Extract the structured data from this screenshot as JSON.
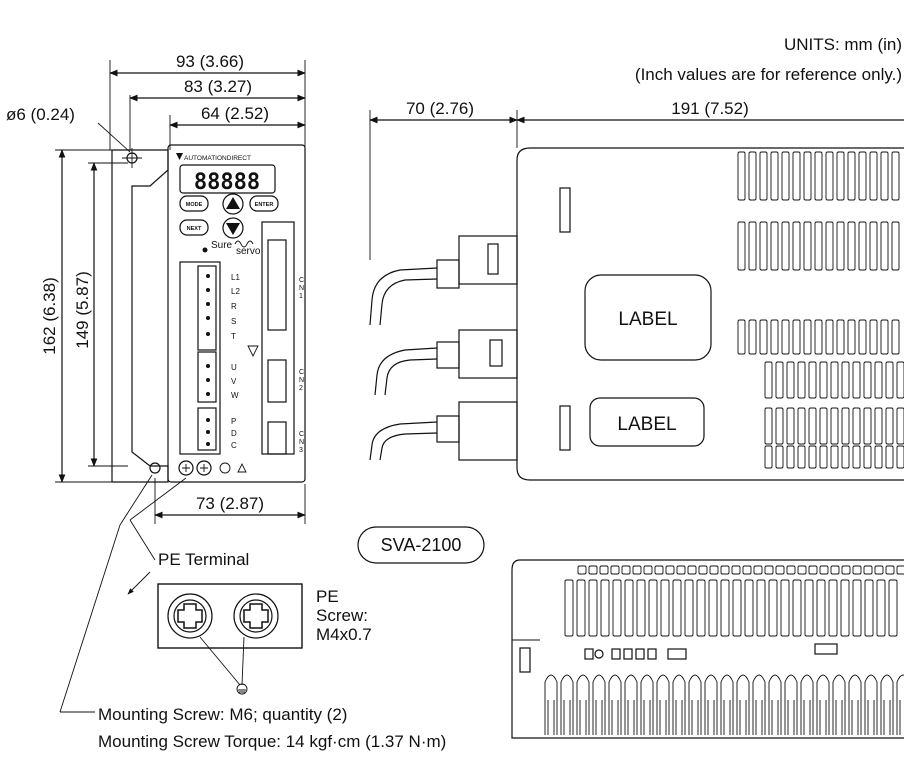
{
  "units": {
    "line1": "UNITS: mm (in)",
    "line2": "(Inch values are for reference only.)"
  },
  "front_view": {
    "dim_width_93": "93 (3.66)",
    "dim_width_83": "83 (3.27)",
    "dim_width_64": "64 (2.52)",
    "dim_hole": "ø6 (0.24)",
    "dim_height_162": "162 (6.38)",
    "dim_height_149": "149 (5.87)",
    "dim_bottom_73": "73 (2.87)",
    "brand_line1": "AUTOMATIONDIRECT",
    "display_digits": "88888",
    "btn_mode": "MODE",
    "btn_enter": "ENTER",
    "btn_next": "NEXT",
    "logo_word1": "Sure",
    "logo_word2": "servo",
    "terminals_top": [
      "L1",
      "L2",
      "R",
      "S",
      "T"
    ],
    "terminals_mid": [
      "U",
      "V",
      "W"
    ],
    "terminals_bot": [
      "P",
      "D",
      "C"
    ],
    "cn1": [
      "C",
      "N",
      "1"
    ],
    "cn2": [
      "C",
      "N",
      "2"
    ],
    "cn3": [
      "C",
      "N",
      "3"
    ]
  },
  "side_view": {
    "dim_70": "70 (2.76)",
    "dim_191": "191 (7.52)",
    "label_top": "LABEL",
    "label_bottom": "LABEL"
  },
  "model": "SVA-2100",
  "pe_detail": {
    "title": "PE Terminal",
    "screw_line1": "PE",
    "screw_line2": "Screw:",
    "screw_line3": "M4x0.7"
  },
  "mounting": {
    "line1": "Mounting Screw: M6; quantity (2)",
    "line2": "Mounting Screw Torque: 14 kgf·cm (1.37 N·m)"
  }
}
